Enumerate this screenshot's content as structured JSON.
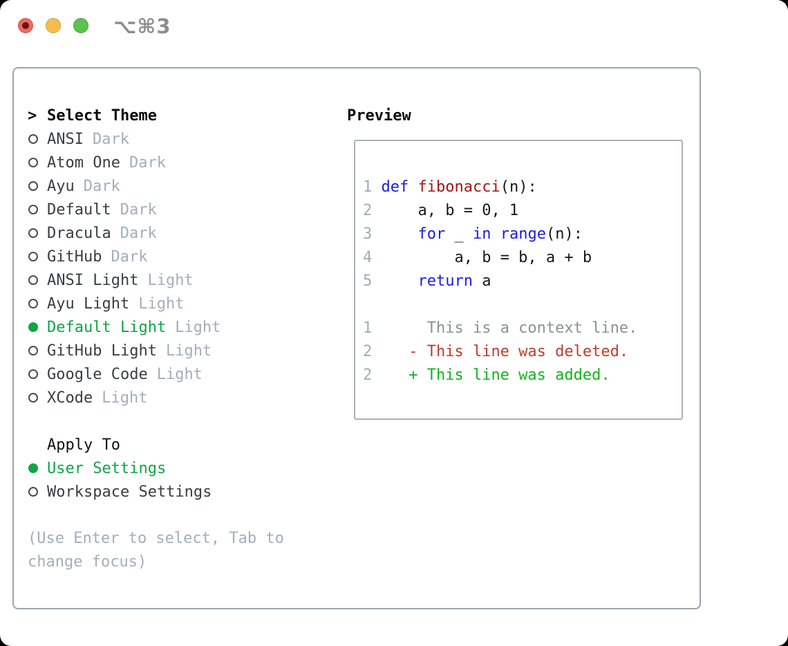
{
  "window": {
    "shortcut_label": "⌥⌘3"
  },
  "colors": {
    "accent_green": "#10a546",
    "keyword_blue": "#1b1be3",
    "function_red": "#a51616",
    "context_gray": "#8b9196",
    "diff_deleted_red": "#c23b2b",
    "diff_added_green": "#14b31c",
    "muted_gray": "#a3aebb",
    "item_dark": "#383e44",
    "line_number_gray": "#a0abb8",
    "panel_border": "#99a4ae",
    "box_border": "#a8b1ba",
    "traffic_red": "#ec6a5e",
    "traffic_yellow": "#f4bd4e",
    "traffic_green": "#5ec24f"
  },
  "theme_selector": {
    "focus_marker": ">",
    "heading": "Select Theme",
    "items": [
      {
        "label": "ANSI",
        "tag": "Dark",
        "selected": false
      },
      {
        "label": "Atom One",
        "tag": "Dark",
        "selected": false
      },
      {
        "label": "Ayu",
        "tag": "Dark",
        "selected": false
      },
      {
        "label": "Default",
        "tag": "Dark",
        "selected": false
      },
      {
        "label": "Dracula",
        "tag": "Dark",
        "selected": false
      },
      {
        "label": "GitHub",
        "tag": "Dark",
        "selected": false
      },
      {
        "label": "ANSI Light",
        "tag": "Light",
        "selected": false
      },
      {
        "label": "Ayu Light",
        "tag": "Light",
        "selected": false
      },
      {
        "label": "Default Light",
        "tag": "Light",
        "selected": true
      },
      {
        "label": "GitHub Light",
        "tag": "Light",
        "selected": false
      },
      {
        "label": "Google Code",
        "tag": "Light",
        "selected": false
      },
      {
        "label": "XCode",
        "tag": "Light",
        "selected": false
      }
    ]
  },
  "apply_to": {
    "heading": "Apply To",
    "items": [
      {
        "label": "User Settings",
        "selected": true
      },
      {
        "label": "Workspace Settings",
        "selected": false
      }
    ]
  },
  "hint": "(Use Enter to select, Tab to change focus)",
  "preview": {
    "heading": "Preview",
    "lines": [
      {
        "segments": [
          {
            "t": "1 ",
            "k": "num"
          },
          {
            "t": "def",
            "k": "kw"
          },
          {
            "t": " ",
            "k": "pl"
          },
          {
            "t": "fibonacci",
            "k": "fn"
          },
          {
            "t": "(n):",
            "k": "pl"
          }
        ]
      },
      {
        "segments": [
          {
            "t": "2 ",
            "k": "num"
          },
          {
            "t": "    a, b = 0, 1",
            "k": "pl"
          }
        ]
      },
      {
        "segments": [
          {
            "t": "3 ",
            "k": "num"
          },
          {
            "t": "    ",
            "k": "pl"
          },
          {
            "t": "for",
            "k": "kw"
          },
          {
            "t": " _ ",
            "k": "pl"
          },
          {
            "t": "in",
            "k": "kw"
          },
          {
            "t": " ",
            "k": "pl"
          },
          {
            "t": "range",
            "k": "kw"
          },
          {
            "t": "(n):",
            "k": "pl"
          }
        ]
      },
      {
        "segments": [
          {
            "t": "4 ",
            "k": "num"
          },
          {
            "t": "        a, b = b, a + b",
            "k": "pl"
          }
        ]
      },
      {
        "segments": [
          {
            "t": "5 ",
            "k": "num"
          },
          {
            "t": "    ",
            "k": "pl"
          },
          {
            "t": "return",
            "k": "kw"
          },
          {
            "t": " a",
            "k": "pl"
          }
        ]
      },
      {
        "segments": []
      },
      {
        "segments": [
          {
            "t": "1",
            "k": "num"
          },
          {
            "t": "      ",
            "k": "pl"
          },
          {
            "t": "This is a context line.",
            "k": "ctx"
          }
        ]
      },
      {
        "segments": [
          {
            "t": "2",
            "k": "num"
          },
          {
            "t": "    ",
            "k": "pl"
          },
          {
            "t": "- This line was deleted.",
            "k": "del"
          }
        ]
      },
      {
        "segments": [
          {
            "t": "2",
            "k": "num"
          },
          {
            "t": "    ",
            "k": "pl"
          },
          {
            "t": "+ This line was added.",
            "k": "add"
          }
        ]
      }
    ]
  }
}
